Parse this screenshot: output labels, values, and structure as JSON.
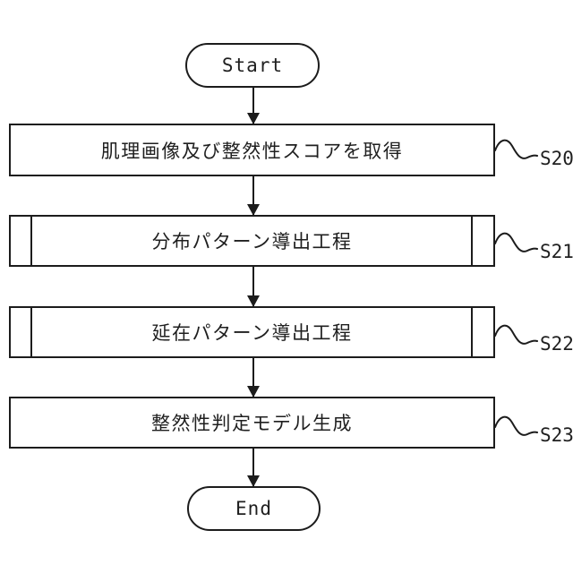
{
  "figure": {
    "background_color": "#ffffff",
    "line_color": "#1c1c1c",
    "type": "flowchart"
  },
  "flowchart": {
    "start_label": "Start",
    "end_label": "End",
    "steps": [
      {
        "label": "肌理画像及び整然性スコアを取得",
        "ref": "S20",
        "shape": "process"
      },
      {
        "label": "分布パターン導出工程",
        "ref": "S21",
        "shape": "subroutine"
      },
      {
        "label": "延在パターン導出工程",
        "ref": "S22",
        "shape": "subroutine"
      },
      {
        "label": "整然性判定モデル生成",
        "ref": "S23",
        "shape": "process"
      }
    ]
  }
}
